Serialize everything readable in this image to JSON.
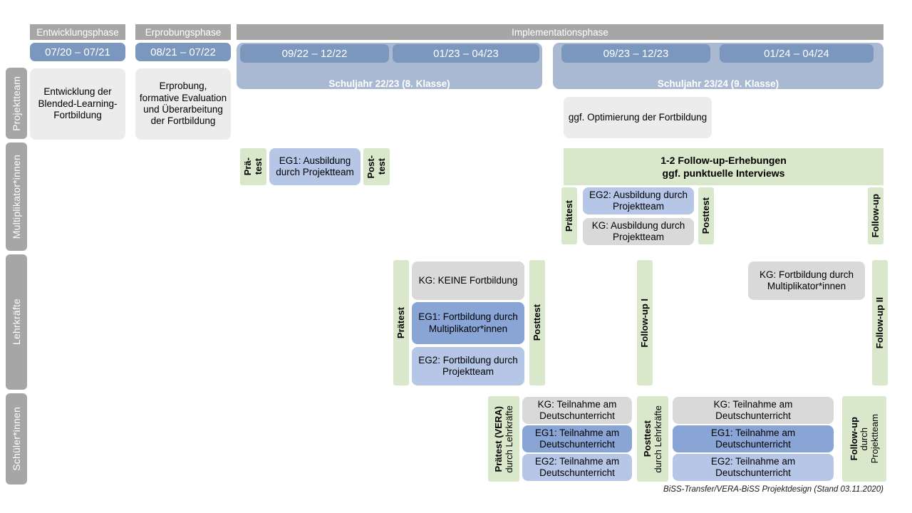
{
  "header": {
    "phases": [
      {
        "label": "Entwicklungsphase"
      },
      {
        "label": "Erprobungsphase"
      },
      {
        "label": "Implementationsphase"
      }
    ],
    "periods": [
      {
        "label": "07/20 – 07/21"
      },
      {
        "label": "08/21 – 07/22"
      },
      {
        "label": "09/22 – 12/22"
      },
      {
        "label": "01/23 – 04/23"
      },
      {
        "label": "09/23 – 12/23"
      },
      {
        "label": "01/24 – 04/24"
      }
    ],
    "schoolyears": [
      {
        "label": "Schuljahr 22/23 (8. Klasse)"
      },
      {
        "label": "Schuljahr 23/24 (9. Klasse)"
      }
    ]
  },
  "rows": {
    "projektteam": {
      "label": "Projektteam",
      "entwicklung": "Entwicklung der Blended-Learning-Fortbildung",
      "erprobung": "Erprobung, formative Evaluation und Überarbeitung der Fortbildung",
      "optimierung": "ggf. Optimierung der Fortbildung"
    },
    "multiplikatoren": {
      "label": "Multiplikator*innen",
      "praetest_a_line1": "Prä-",
      "praetest_a_line2": "test",
      "posttest_a_line1": "Post-",
      "posttest_a_line2": "test",
      "eg1": "EG1: Ausbildung durch Projektteam",
      "followup_band_line1": "1-2 Follow-up-Erhebungen",
      "followup_band_line2": "ggf. punktuelle Interviews",
      "praetest_b": "Prätest",
      "posttest_b": "Posttest",
      "followup_b": "Follow-up",
      "eg2": "EG2:  Ausbildung durch Projektteam",
      "kg": "KG: Ausbildung durch Projektteam"
    },
    "lehrkraefte": {
      "label": "Lehrkräfte",
      "praetest": "Prätest",
      "posttest": "Posttest",
      "followup1": "Follow-up I",
      "followup2": "Follow-up II",
      "kg_keine": "KG:  KEINE Fortbildung",
      "eg1": "EG1: Fortbildung durch Multiplikator*innen",
      "eg2": "EG2: Fortbildung durch Projektteam",
      "kg_fortbildung": "KG: Fortbildung durch Multiplikator*innen"
    },
    "schueler": {
      "label": "Schüler*innen",
      "praetest_main": "Prätest (VERA)",
      "praetest_sub": "durch Lehrkräfte",
      "posttest_main": "Posttest",
      "posttest_sub": "durch Lehrkräfte",
      "followup_main": "Follow-up",
      "followup_sub1": "durch",
      "followup_sub2": "Projektteam",
      "left": [
        {
          "text": "KG: Teilnahme am Deutschunterricht"
        },
        {
          "text": "EG1: Teilnahme am Deutschunterricht"
        },
        {
          "text": "EG2: Teilnahme am Deutschunterricht"
        }
      ],
      "right": [
        {
          "text": "KG: Teilnahme am Deutschunterricht"
        },
        {
          "text": "EG1: Teilnahme am Deutschunterricht"
        },
        {
          "text": "EG2: Teilnahme am Deutschunterricht"
        }
      ]
    }
  },
  "footer": {
    "text": "BiSS-Transfer/VERA-BiSS Projektdesign (Stand 03.11.2020)"
  },
  "colors": {
    "phase_gray": "#a6a6a6",
    "date_blue": "#7b97bd",
    "year_blue": "#a9b9d1",
    "green": "#d9e7cb",
    "blue_dark": "#89a5d6",
    "blue_mid": "#9db4dd",
    "blue_light": "#b5c6e6",
    "gray_light": "#ececec",
    "gray_mid": "#d9d9d9"
  }
}
